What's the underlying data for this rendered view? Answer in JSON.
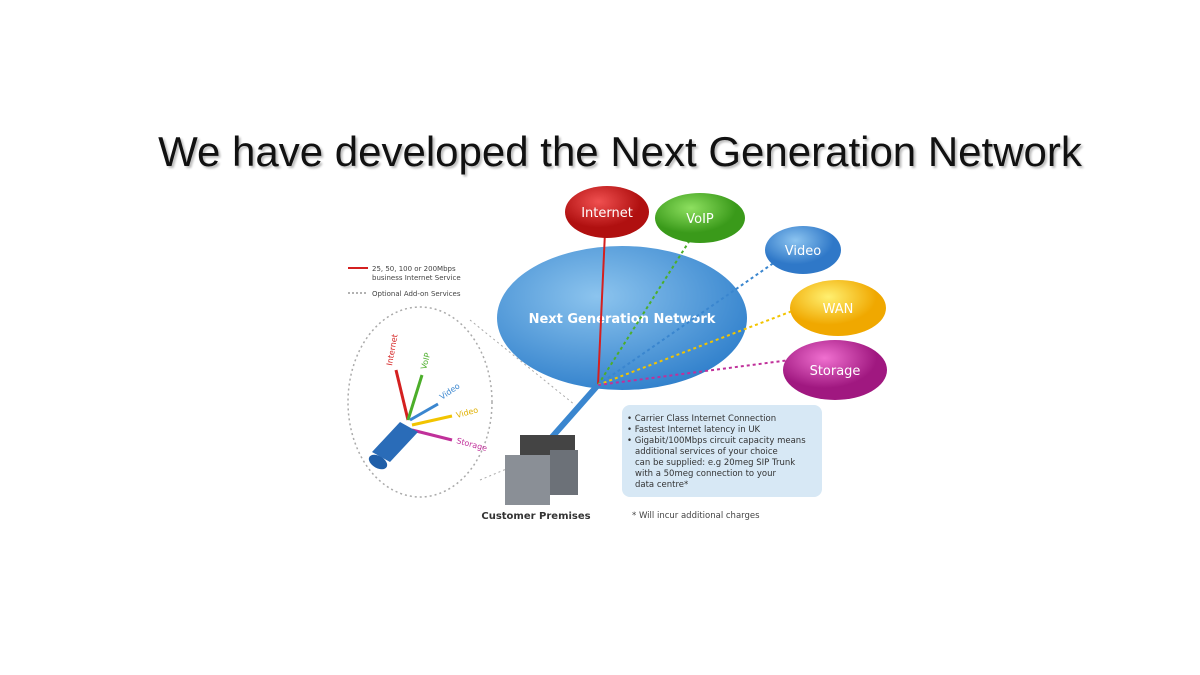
{
  "title": "We have developed the Next Generation Network",
  "diagram": {
    "core": "Next Generation Network",
    "services": [
      {
        "label": "Internet",
        "color": "#d42020"
      },
      {
        "label": "VoIP",
        "color": "#4cae2a"
      },
      {
        "label": "Video",
        "color": "#3a86cf"
      },
      {
        "label": "WAN",
        "color": "#f2c400"
      },
      {
        "label": "Storage",
        "color": "#c0309a"
      }
    ],
    "legend": {
      "solid": [
        "25, 50, 100 or 200Mbps",
        "business Internet Service"
      ],
      "dotted": "Optional Add-on Services"
    },
    "cable_labels": [
      "Internet",
      "VoIP",
      "Video",
      "Video",
      "Storage"
    ],
    "premises_label": "Customer Premises",
    "info": [
      "• Carrier Class Internet Connection",
      "• Fastest Internet latency in UK",
      "• Gigabit/100Mbps circuit capacity means",
      "additional services of your choice",
      "can be supplied: e.g 20meg SIP Trunk",
      "with a 50meg connection to your",
      "data centre*"
    ],
    "footnote": "* Will incur additional charges"
  }
}
